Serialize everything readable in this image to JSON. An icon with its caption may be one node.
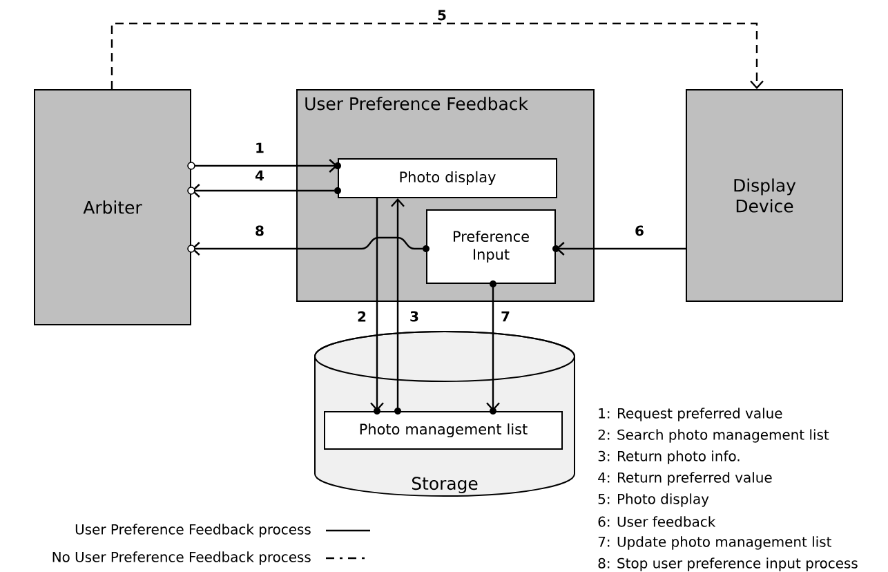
{
  "diagram": {
    "nodes": [
      {
        "text": [
          "Arbiter"
        ]
      },
      {
        "text": [
          "User Preference Feedback"
        ]
      },
      {
        "text": [
          "Photo display"
        ],
        "in": 1
      },
      {
        "text": [
          "Preference Input"
        ],
        "in": 1
      },
      {
        "text": [
          "Display Device"
        ]
      },
      {
        "text": [
          "Storage"
        ]
      },
      {
        "text": [
          "Photo management list"
        ],
        "in": 5
      }
    ],
    "edges": [
      {
        "from": 0,
        "to": 2,
        "arrow": "to",
        "label": "1"
      },
      {
        "from": 2,
        "to": 0,
        "arrow": "to",
        "label": "4"
      },
      {
        "from": 3,
        "to": 0,
        "arrow": "to",
        "label": "8"
      },
      {
        "from": 0,
        "to": 4,
        "arrow": "to",
        "label": "5",
        "style": "dashed"
      },
      {
        "from": 4,
        "to": 3,
        "arrow": "to",
        "label": "6"
      },
      {
        "from": 2,
        "to": 6,
        "arrow": "to",
        "label": "2"
      },
      {
        "from": 6,
        "to": 2,
        "arrow": "to",
        "label": "3"
      },
      {
        "from": 3,
        "to": 6,
        "arrow": "to",
        "label": "7"
      }
    ],
    "labels": [
      "1: Request preferred value",
      "2: Search photo management list",
      "3: Return photo info.",
      "4: Return preferred value",
      "5: Photo display",
      "6: User feedback",
      "7: Update photo management list",
      "8: Stop user preference input process"
    ],
    "legend": [
      {
        "text": "User Preference Feedback process"
      },
      {
        "text": "No User Preference Feedback process"
      }
    ]
  }
}
